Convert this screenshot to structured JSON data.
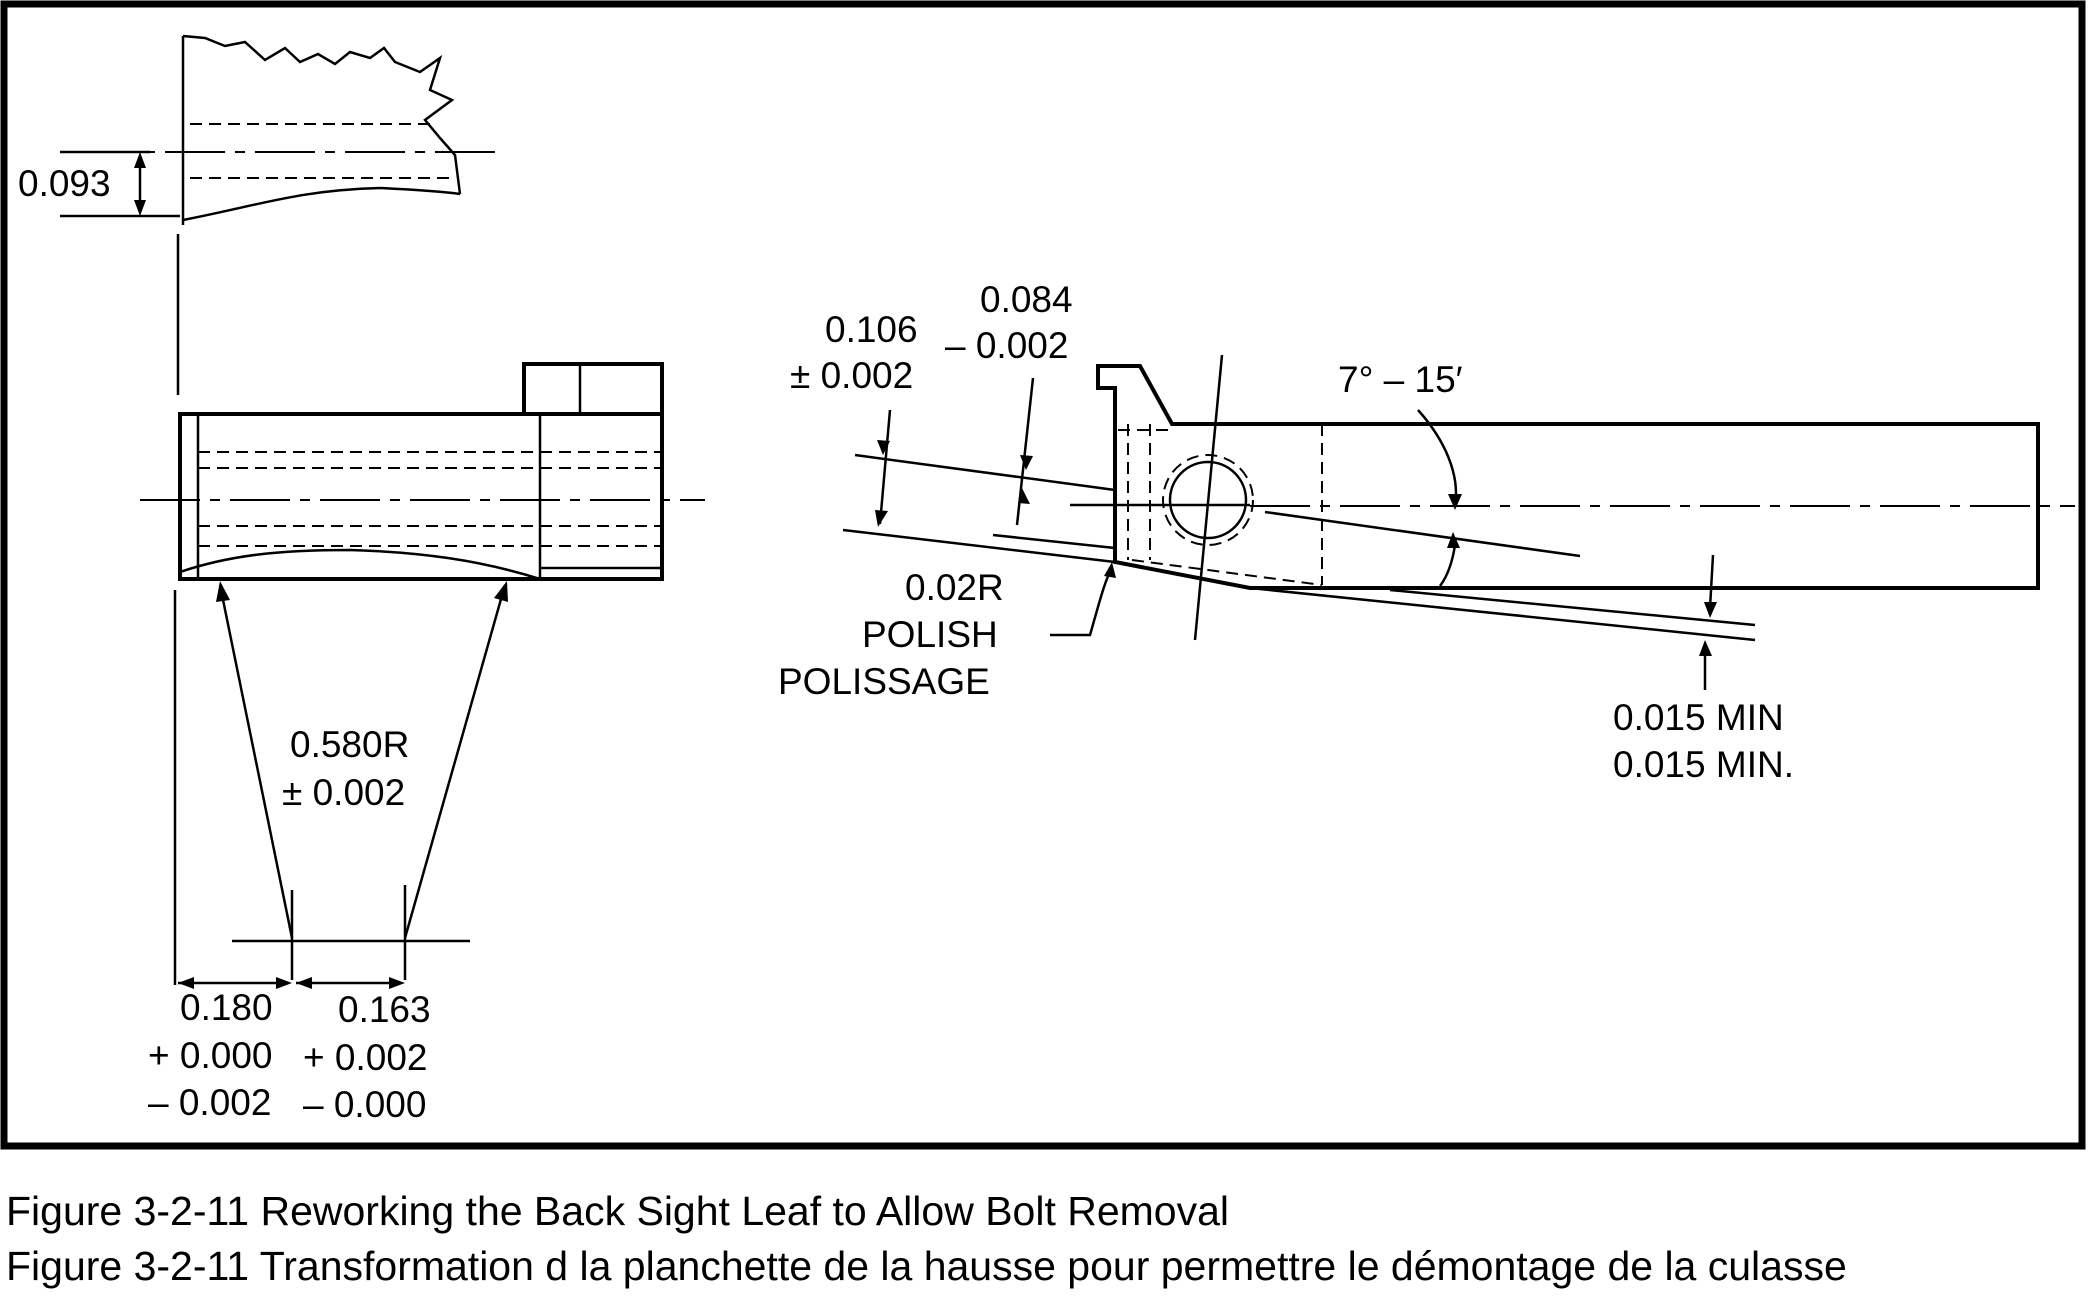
{
  "diagram": {
    "dimensions": {
      "d0093": "0.093",
      "d0580r_1": "0.580R",
      "d0580r_2": "± 0.002",
      "d0180_1": "0.180",
      "d0180_2": "+ 0.000",
      "d0180_3": "– 0.002",
      "d0163_1": "0.163",
      "d0163_2": "+ 0.002",
      "d0163_3": "– 0.000",
      "d0106_1": "0.106",
      "d0106_2": "± 0.002",
      "d0084_1": "0.084",
      "d0084_2": "– 0.002",
      "angle": "7° – 15′",
      "polish_1": "0.02R",
      "polish_2": "POLISH",
      "polish_3": "POLISSAGE",
      "min_1": "0.015 MIN",
      "min_2": "0.015 MIN."
    }
  },
  "caption": {
    "line_en": "Figure 3-2-11  Reworking the Back Sight Leaf to Allow Bolt Removal",
    "line_fr": "Figure 3-2-11  Transformation d la planchette de la hausse pour permettre le démontage de la culasse"
  }
}
